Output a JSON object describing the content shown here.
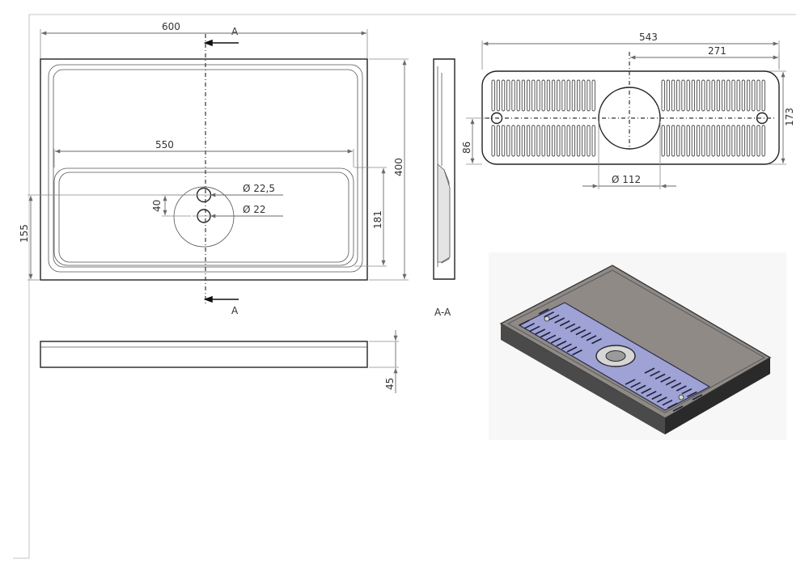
{
  "drawing": {
    "dimensions": {
      "top_width": "600",
      "inner_width": "550",
      "height": "400",
      "inner_height": "181",
      "offset_155": "155",
      "hole_spacing": "40",
      "hole_diameter_1": "Ø 22,5",
      "hole_diameter_2": "Ø 22",
      "thickness": "45",
      "grate_length": "543",
      "grate_half_length": "271",
      "grate_width": "173",
      "grate_hole_offset": "86",
      "grate_hole_diameter": "Ø 112"
    },
    "section_labels": {
      "cut_top": "A",
      "cut_bottom": "A",
      "section_view": "A-A"
    }
  },
  "render": {
    "tray_color": "#8f8a86",
    "grate_color": "#9ea2d4",
    "edge_color": "#3a3a3a"
  }
}
